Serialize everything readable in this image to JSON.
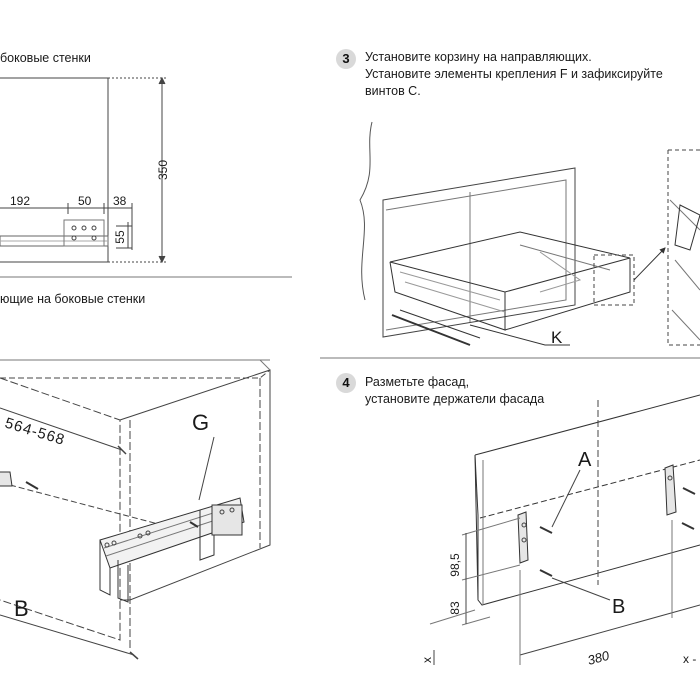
{
  "step1": {
    "title": "боковые стенки"
  },
  "step2": {
    "title": "ющие на боковые стенки"
  },
  "step3": {
    "number": "3",
    "line1": "Установите корзину на направляющих.",
    "line2": "Установите элементы крепления F и зафиксируйте",
    "line3": "винтов C."
  },
  "step4": {
    "number": "4",
    "line1": "Разметьте фасад,",
    "line2": "установите держатели фасада"
  },
  "dims": {
    "d350": "350",
    "d192": "192",
    "d50": "50",
    "d38": "38",
    "d55": "55",
    "d564": "564-568",
    "d98": "98,5",
    "d83": "83",
    "d380": "380",
    "dx": "x",
    "dx2": "x -"
  },
  "labels": {
    "G": "G",
    "B1": "B",
    "K": "K",
    "A": "A",
    "B2": "B"
  }
}
